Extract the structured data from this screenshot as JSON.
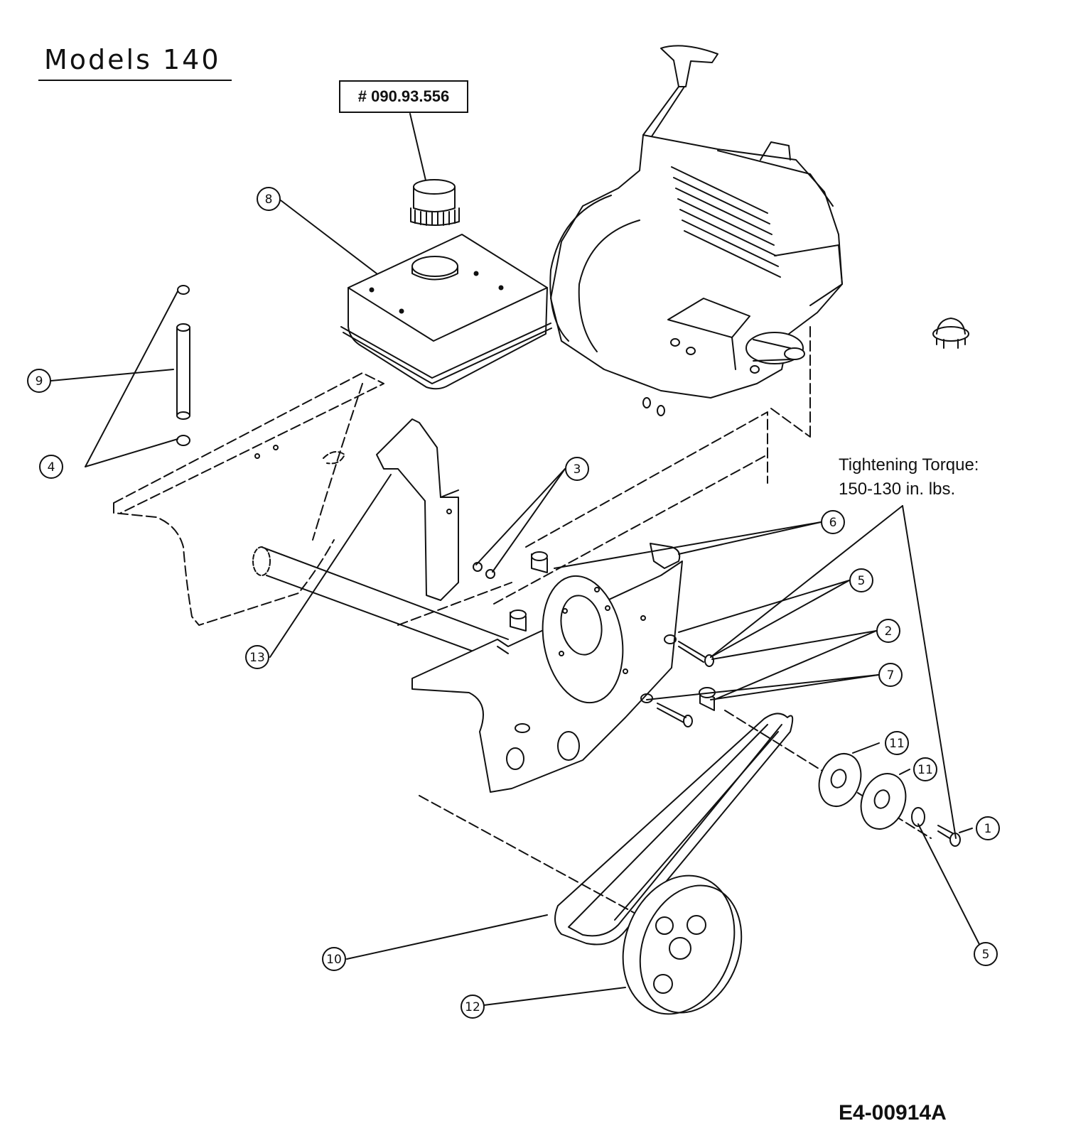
{
  "diagram": {
    "title": "Models 140",
    "part_number_label": "# 090.93.556",
    "torque_note": {
      "line1": "Tightening Torque:",
      "line2": "150-130 in. lbs."
    },
    "document_code": "E4-00914A",
    "callouts": [
      "8",
      "9",
      "4",
      "3",
      "13",
      "6",
      "5",
      "2",
      "7",
      "11",
      "11",
      "1",
      "5",
      "10",
      "12"
    ]
  }
}
